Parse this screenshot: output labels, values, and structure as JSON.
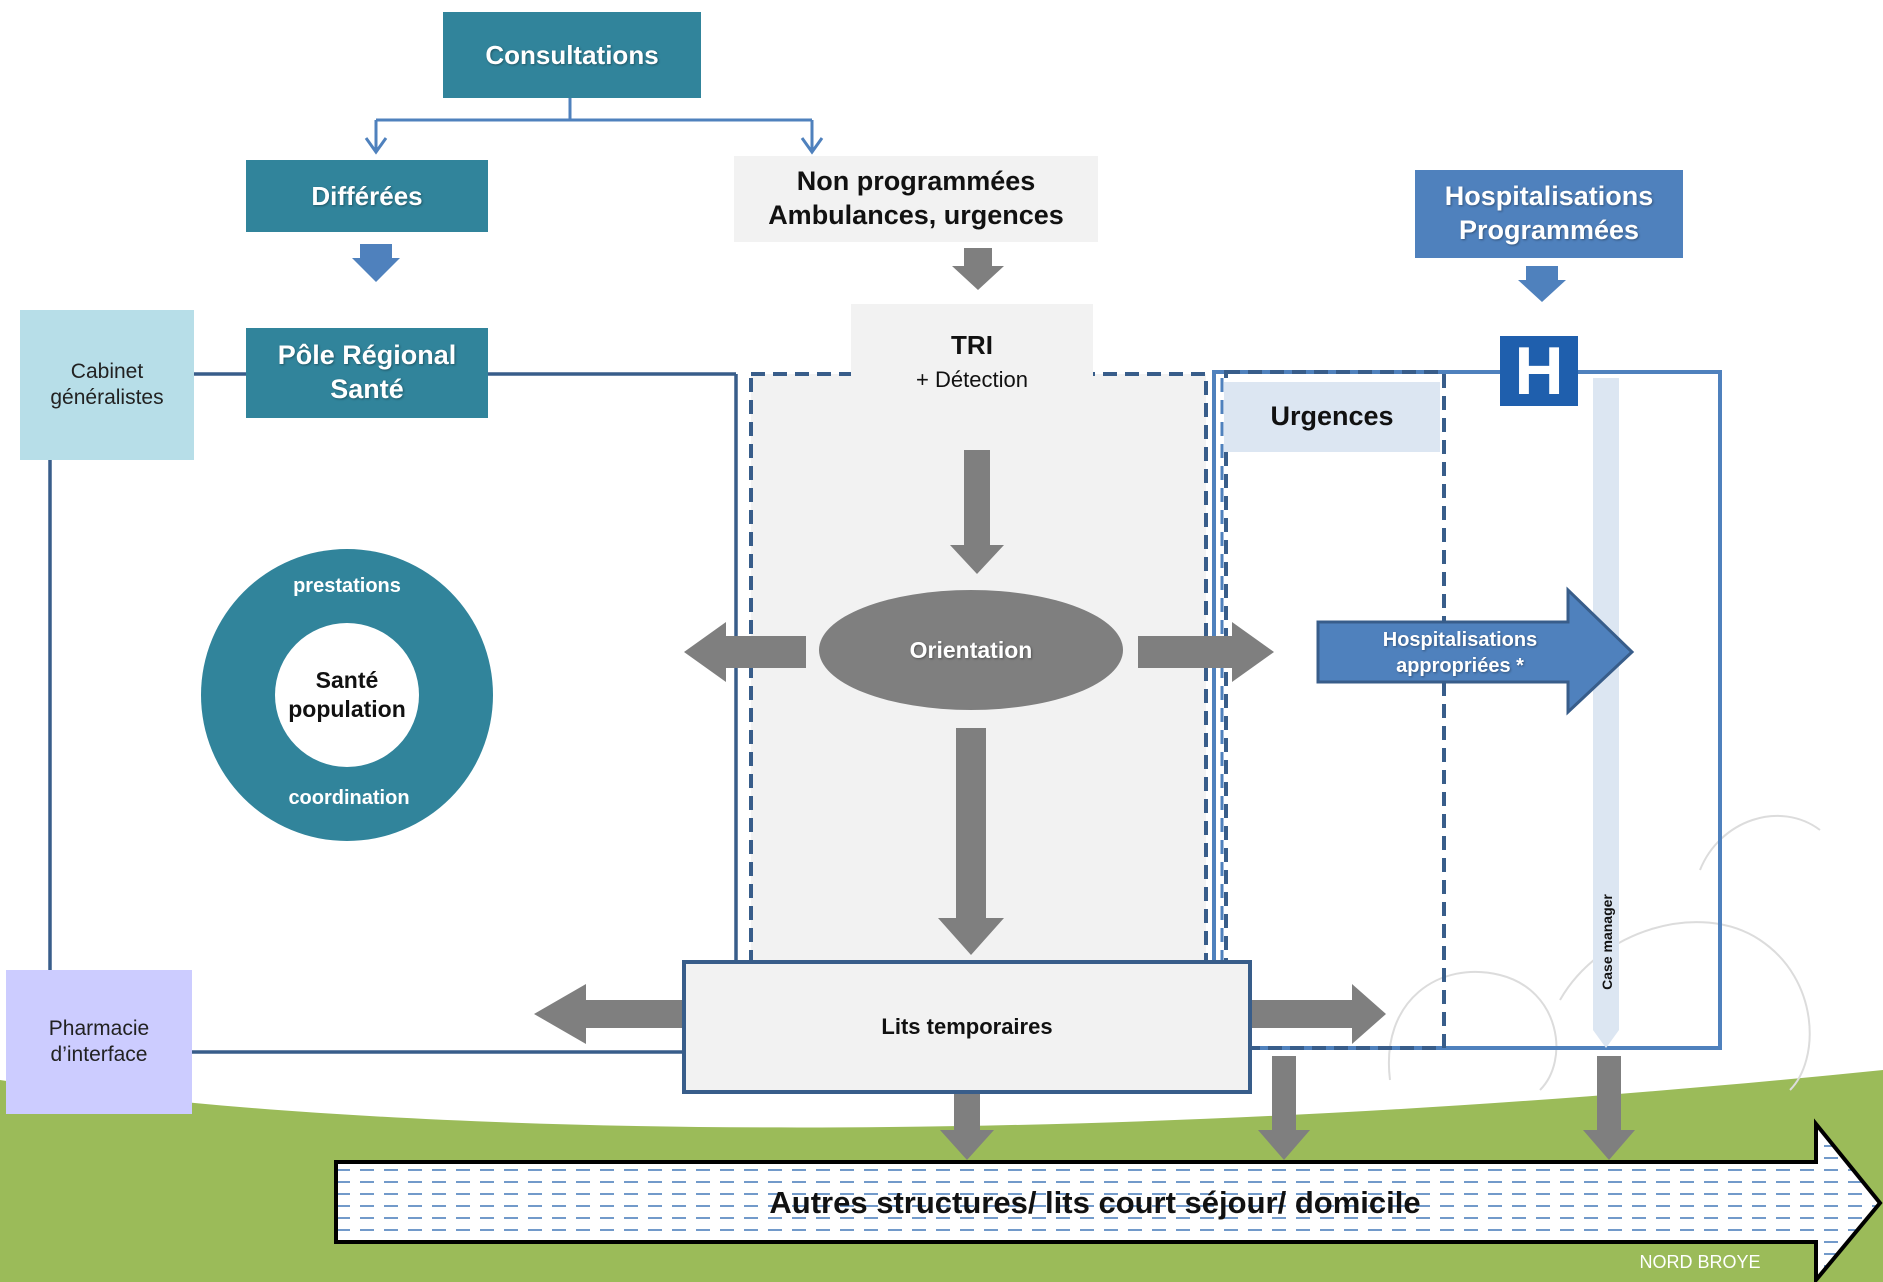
{
  "nodes": {
    "consultations": "Consultations",
    "differees": "Différées",
    "non_programmees_1": "Non programmées",
    "non_programmees_2": "Ambulances, urgences",
    "hosp_programmees_1": "Hospitalisations",
    "hosp_programmees_2": "Programmées",
    "cabinet_1": "Cabinet",
    "cabinet_2": "généralistes",
    "pole_1": "Pôle Régional",
    "pole_2": "Santé",
    "tri": "TRI",
    "detection": "+ Détection",
    "urgences": "Urgences",
    "hospital_sign": "H",
    "ring_top": "prestations",
    "ring_center_1": "Santé",
    "ring_center_2": "population",
    "ring_bottom": "coordination",
    "orientation": "Orientation",
    "hosp_appropriees_1": "Hospitalisations",
    "hosp_appropriees_2": "appropriées *",
    "case_manager": "Case manager",
    "pharmacie_1": "Pharmacie",
    "pharmacie_2": "d’interface",
    "lits_temporaires": "Lits temporaires",
    "autres_structures": "Autres structures/ lits court séjour/ domicile",
    "logo_text": "NORD BROYE"
  },
  "colors": {
    "teal": "#31849B",
    "blue": "#4F81BD",
    "navy": "#385D8A",
    "gray_arrow": "#7F7F7F",
    "light_panel": "#F2F2F2",
    "cabinet_bg": "#B7DEE8",
    "pharmacie_bg": "#CCCCFF",
    "urgences_bg": "#DCE6F2",
    "green": "#9BBB59"
  }
}
